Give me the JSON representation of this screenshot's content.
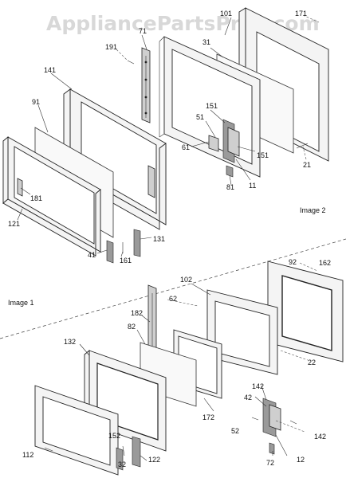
{
  "watermark": "AppliancePartsPros.com",
  "captions": {
    "image1": "Image 1",
    "image2": "Image 2"
  },
  "callouts": {
    "c171": "171",
    "c101": "101",
    "c71": "71",
    "c31": "31",
    "c191": "191",
    "c141": "141",
    "c91": "91",
    "c151a": "151",
    "c51": "51",
    "c61": "61",
    "c151b": "151",
    "c21": "21",
    "c81": "81",
    "c11": "11",
    "c181": "181",
    "c121": "121",
    "c131": "131",
    "c41": "41",
    "c161": "161",
    "c92": "92",
    "c162": "162",
    "c102": "102",
    "c62": "62",
    "c182": "182",
    "c82": "82",
    "c22": "22",
    "c132": "132",
    "c142a": "142",
    "c42": "42",
    "c52": "52",
    "c172": "172",
    "c142b": "142",
    "c152": "152",
    "c112": "112",
    "c32": "32",
    "c122": "122",
    "c72": "72",
    "c12": "12"
  }
}
